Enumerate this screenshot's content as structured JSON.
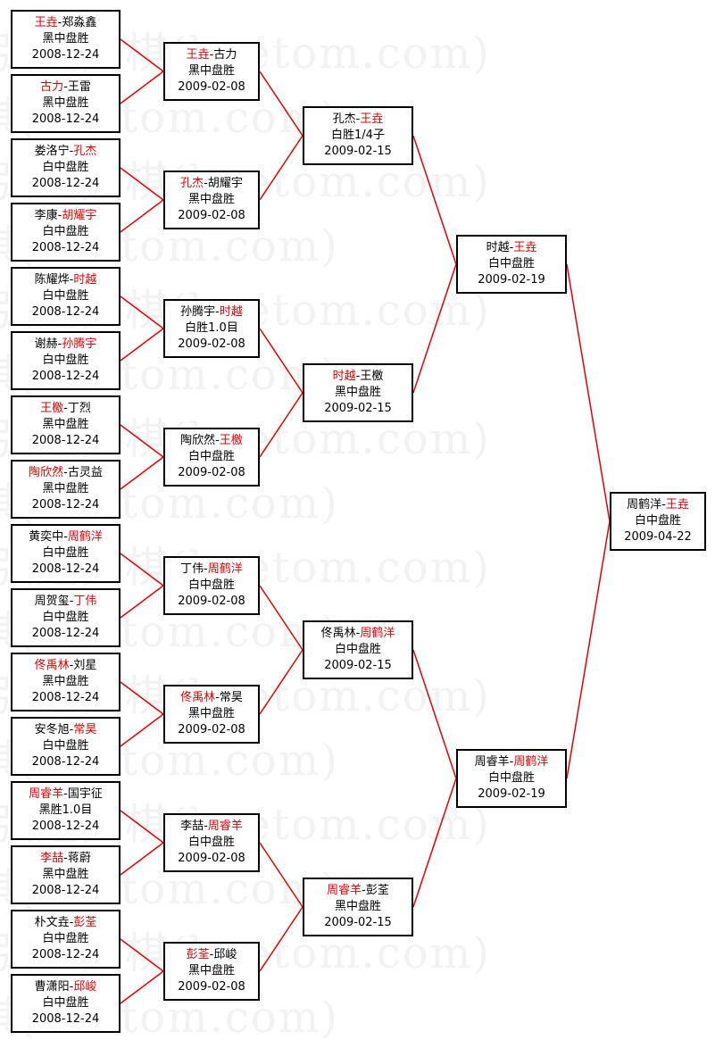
{
  "watermark": {
    "text": "弘通围棋(hoetom.com)"
  },
  "colors": {
    "winner": "#e60000",
    "line": "#e60000",
    "border": "#000000"
  },
  "round1": [
    {
      "p1": "王垚",
      "p2": "郑淼鑫",
      "winner": 1,
      "result": "黑中盘胜",
      "date": "2008-12-24"
    },
    {
      "p1": "古力",
      "p2": "王雷",
      "winner": 1,
      "result": "黑中盘胜",
      "date": "2008-12-24"
    },
    {
      "p1": "娄洛宁",
      "p2": "孔杰",
      "winner": 2,
      "result": "白中盘胜",
      "date": "2008-12-24"
    },
    {
      "p1": "李康",
      "p2": "胡耀宇",
      "winner": 2,
      "result": "白中盘胜",
      "date": "2008-12-24"
    },
    {
      "p1": "陈耀烨",
      "p2": "时越",
      "winner": 2,
      "result": "白中盘胜",
      "date": "2008-12-24"
    },
    {
      "p1": "谢赫",
      "p2": "孙腾宇",
      "winner": 2,
      "result": "白中盘胜",
      "date": "2008-12-24"
    },
    {
      "p1": "王檄",
      "p2": "丁烈",
      "winner": 1,
      "result": "黑中盘胜",
      "date": "2008-12-24"
    },
    {
      "p1": "陶欣然",
      "p2": "古灵益",
      "winner": 1,
      "result": "黑中盘胜",
      "date": "2008-12-24"
    },
    {
      "p1": "黄奕中",
      "p2": "周鹤洋",
      "winner": 2,
      "result": "白中盘胜",
      "date": "2008-12-24"
    },
    {
      "p1": "周贺玺",
      "p2": "丁伟",
      "winner": 2,
      "result": "白中盘胜",
      "date": "2008-12-24"
    },
    {
      "p1": "佟禹林",
      "p2": "刘星",
      "winner": 1,
      "result": "黑中盘胜",
      "date": "2008-12-24"
    },
    {
      "p1": "安冬旭",
      "p2": "常昊",
      "winner": 2,
      "result": "白中盘胜",
      "date": "2008-12-24"
    },
    {
      "p1": "周睿羊",
      "p2": "国宇征",
      "winner": 1,
      "result": "黑胜1.0目",
      "date": "2008-12-24"
    },
    {
      "p1": "李喆",
      "p2": "蒋蔚",
      "winner": 1,
      "result": "黑中盘胜",
      "date": "2008-12-24"
    },
    {
      "p1": "朴文垚",
      "p2": "彭荃",
      "winner": 2,
      "result": "白中盘胜",
      "date": "2008-12-24"
    },
    {
      "p1": "曹潇阳",
      "p2": "邱峻",
      "winner": 2,
      "result": "白中盘胜",
      "date": "2008-12-24"
    }
  ],
  "round2": [
    {
      "p1": "王垚",
      "p2": "古力",
      "winner": 1,
      "result": "黑中盘胜",
      "date": "2009-02-08"
    },
    {
      "p1": "孔杰",
      "p2": "胡耀宇",
      "winner": 1,
      "result": "黑中盘胜",
      "date": "2009-02-08"
    },
    {
      "p1": "孙腾宇",
      "p2": "时越",
      "winner": 2,
      "result": "白胜1.0目",
      "date": "2009-02-08"
    },
    {
      "p1": "陶欣然",
      "p2": "王檄",
      "winner": 2,
      "result": "白中盘胜",
      "date": "2009-02-08"
    },
    {
      "p1": "丁伟",
      "p2": "周鹤洋",
      "winner": 2,
      "result": "白中盘胜",
      "date": "2009-02-08"
    },
    {
      "p1": "佟禹林",
      "p2": "常昊",
      "winner": 1,
      "result": "黑中盘胜",
      "date": "2009-02-08"
    },
    {
      "p1": "李喆",
      "p2": "周睿羊",
      "winner": 2,
      "result": "白中盘胜",
      "date": "2009-02-08"
    },
    {
      "p1": "彭荃",
      "p2": "邱峻",
      "winner": 1,
      "result": "黑中盘胜",
      "date": "2009-02-08"
    }
  ],
  "round3": [
    {
      "p1": "孔杰",
      "p2": "王垚",
      "winner": 2,
      "result": "白胜1/4子",
      "date": "2009-02-15"
    },
    {
      "p1": "时越",
      "p2": "王檄",
      "winner": 1,
      "result": "黑中盘胜",
      "date": "2009-02-15"
    },
    {
      "p1": "佟禹林",
      "p2": "周鹤洋",
      "winner": 2,
      "result": "白中盘胜",
      "date": "2009-02-15"
    },
    {
      "p1": "周睿羊",
      "p2": "彭荃",
      "winner": 1,
      "result": "黑中盘胜",
      "date": "2009-02-15"
    }
  ],
  "round4": [
    {
      "p1": "时越",
      "p2": "王垚",
      "winner": 2,
      "result": "白中盘胜",
      "date": "2009-02-19"
    },
    {
      "p1": "周睿羊",
      "p2": "周鹤洋",
      "winner": 2,
      "result": "白中盘胜",
      "date": "2009-02-19"
    }
  ],
  "final": [
    {
      "p1": "周鹤洋",
      "p2": "王垚",
      "winner": 2,
      "result": "白中盘胜",
      "date": "2009-04-22"
    }
  ]
}
